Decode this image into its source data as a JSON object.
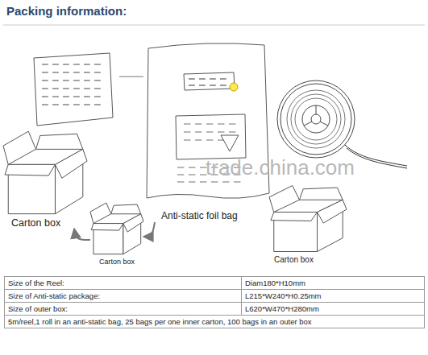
{
  "diagram": {
    "title": "Packing information:",
    "nodes": [
      {
        "text": [
          "Label"
        ]
      },
      {
        "text": [
          "Anti-static foil bag"
        ]
      },
      {
        "text": [
          "Carton box"
        ]
      },
      {
        "text": [
          "Carton box"
        ]
      },
      {
        "text": [
          "Carton box"
        ]
      }
    ],
    "edges": [
      {
        "from": 0,
        "to": 1,
        "arrow": "none"
      },
      {
        "from": 1,
        "to": 3,
        "arrow": "to"
      },
      {
        "from": 3,
        "to": 2,
        "arrow": "to"
      }
    ],
    "labels": [
      "trade.china.com",
      "Size of the Reel:",
      "Diam180*H10mm",
      "Size of Anti-static package:",
      "L215*W240*H0.25mm",
      "Size of outer box:",
      "L620*W470*H280mm",
      "5m/reel,1 roll in an anti-static bag, 25 bags per one inner carton, 100 bags in an outer box"
    ]
  }
}
